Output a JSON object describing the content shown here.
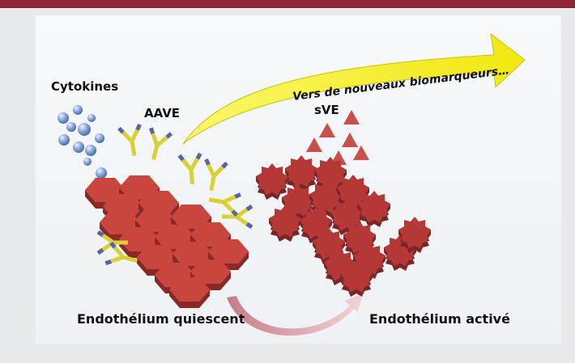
{
  "labels": {
    "cytokines": "Cytokines",
    "aave": "AAVE",
    "sve": "sVE",
    "arrow": "Vers de nouveaux biomarqueurs…",
    "quiescent": "Endothélium quiescent",
    "active": "Endothélium activé"
  },
  "colors": {
    "frame": "#8e2434",
    "hexagon": "#c2433f",
    "hexagon_side": "#8e2a28",
    "gear": "#b93a38",
    "triangle": "#c8504a",
    "sphere": "#7f9ed6",
    "antibody_yellow": "#dcd33a",
    "antibody_blue": "#5b63a8",
    "big_arrow": "#f2ec1a",
    "curved_arrow": "#d9a3aa"
  }
}
